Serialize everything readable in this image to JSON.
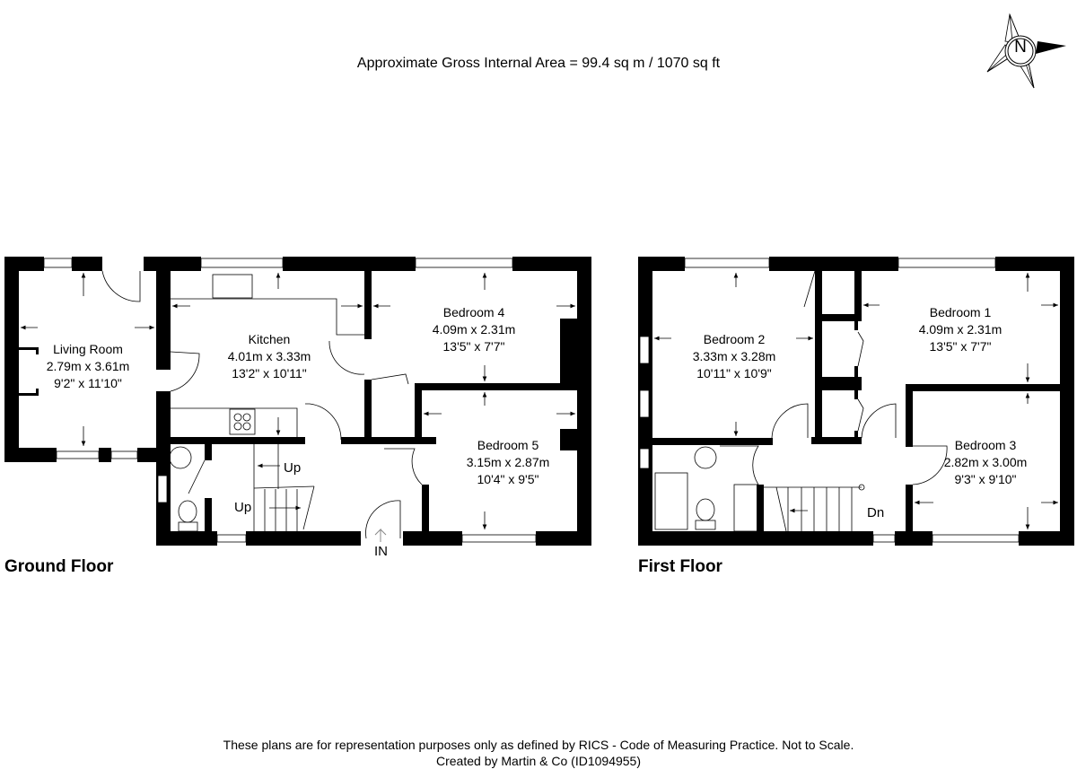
{
  "header": {
    "title": "Approximate Gross Internal Area = 99.4 sq m / 1070 sq ft"
  },
  "compass": {
    "label": "N"
  },
  "ground_floor": {
    "label": "Ground Floor",
    "rooms": [
      {
        "name": "Living Room",
        "metric": "2.79m x 3.61m",
        "imperial": "9'2\" x 11'10\""
      },
      {
        "name": "Kitchen",
        "metric": "4.01m x 3.33m",
        "imperial": "13'2\" x 10'11\""
      },
      {
        "name": "Bedroom 4",
        "metric": "4.09m x 2.31m",
        "imperial": "13'5\" x 7'7\""
      },
      {
        "name": "Bedroom 5",
        "metric": "3.15m x 2.87m",
        "imperial": "10'4\" x 9'5\""
      }
    ],
    "stairs": [
      "Up",
      "Up"
    ],
    "entrance": "IN"
  },
  "first_floor": {
    "label": "First Floor",
    "rooms": [
      {
        "name": "Bedroom 2",
        "metric": "3.33m x 3.28m",
        "imperial": "10'11\" x 10'9\""
      },
      {
        "name": "Bedroom 1",
        "metric": "4.09m x 2.31m",
        "imperial": "13'5\" x 7'7\""
      },
      {
        "name": "Bedroom 3",
        "metric": "2.82m x 3.00m",
        "imperial": "9'3\" x 9'10\""
      }
    ],
    "stairs": [
      "Dn"
    ]
  },
  "footer": {
    "line1": "These plans are for representation purposes only as defined by RICS - Code of Measuring Practice. Not to Scale.",
    "line2": "Created by Martin & Co (ID1094955)"
  }
}
